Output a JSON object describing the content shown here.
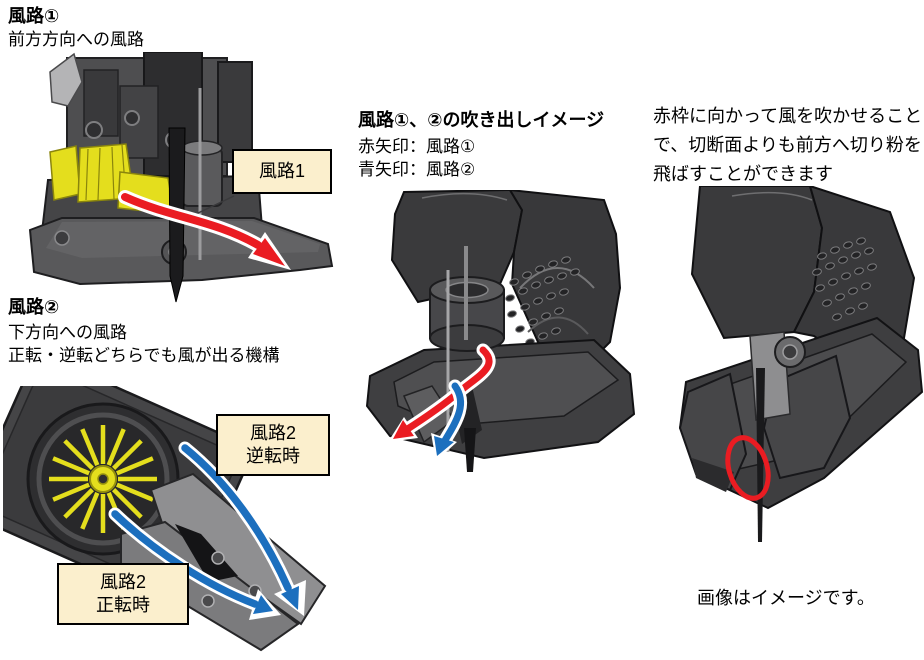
{
  "air_path_1": {
    "title": "風路①",
    "desc": "前方方向への風路",
    "label": "風路1"
  },
  "air_path_2": {
    "title": "風路②",
    "desc1": "下方向への風路",
    "desc2": "正転・逆転どちらでも風が出る機構",
    "label_reverse_line1": "風路2",
    "label_reverse_line2": "逆転時",
    "label_forward_line1": "風路2",
    "label_forward_line2": "正転時"
  },
  "blowout": {
    "title": "風路①、②の吹き出しイメージ",
    "legend_red": "赤矢印：風路①",
    "legend_blue": "青矢印：風路②"
  },
  "note": {
    "text": "赤枠に向かって風を吹かせることで、切断面よりも前方へ切り粉を飛ばすことができます"
  },
  "footer": {
    "text": "画像はイメージです。"
  },
  "colors": {
    "arrow_red": "#ea1c22",
    "arrow_blue": "#1c6fbe",
    "fan_yellow": "#e4de1d",
    "label_box_bg": "#fbefcd",
    "label_box_border": "#000000"
  }
}
